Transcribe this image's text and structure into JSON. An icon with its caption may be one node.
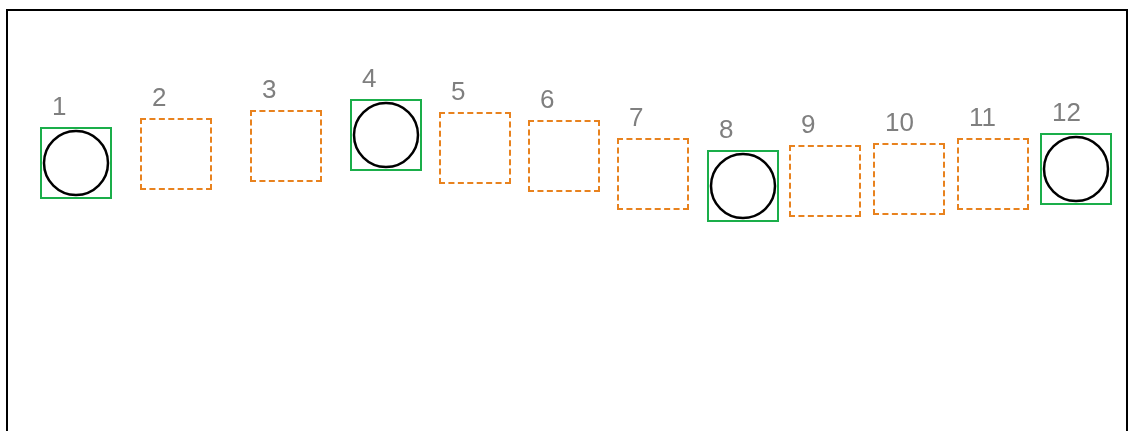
{
  "diagram": {
    "nodes": [
      {
        "text": [
          "1"
        ]
      },
      {
        "text": [],
        "shape": "circle",
        "in": 0
      },
      {
        "text": [
          "2"
        ]
      },
      {
        "text": [
          "3"
        ]
      },
      {
        "text": [
          "4"
        ]
      },
      {
        "text": [],
        "shape": "circle",
        "in": 4
      },
      {
        "text": [
          "5"
        ]
      },
      {
        "text": [
          "6"
        ]
      },
      {
        "text": [
          "7"
        ]
      },
      {
        "text": [
          "8"
        ]
      },
      {
        "text": [],
        "shape": "circle",
        "in": 9
      },
      {
        "text": [
          "9"
        ]
      },
      {
        "text": [
          "10"
        ]
      },
      {
        "text": [
          "11"
        ]
      },
      {
        "text": [
          "12"
        ]
      },
      {
        "text": [],
        "shape": "circle",
        "in": 14
      }
    ]
  }
}
